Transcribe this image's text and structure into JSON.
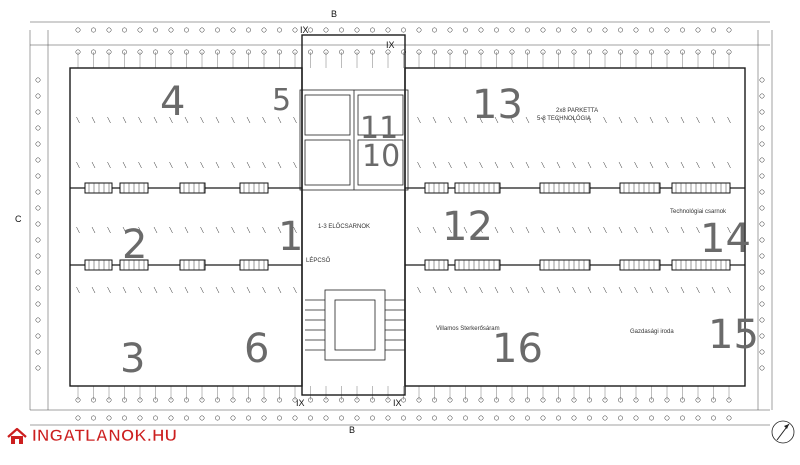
{
  "watermark": {
    "text": "INGATLANOK.HU"
  },
  "section_markers": {
    "ix_label": "IX",
    "b_label": "B",
    "c_label": "C"
  },
  "room_numbers": {
    "r1": "1",
    "r2": "2",
    "r3": "3",
    "r4": "4",
    "r5": "5",
    "r6": "6",
    "r10": "10",
    "r11": "11",
    "r12": "12",
    "r13": "13",
    "r14": "14",
    "r15": "15",
    "r16": "16"
  },
  "annotations": {
    "elocsarnok": "1-3 ELŐCSARNOK",
    "lepcso": "LÉPCSŐ",
    "technologia": "5-8 TECHNOLÓGIA",
    "parketta": "2x8 PARKETTA",
    "villamos": "Villamos Sterkerősáram",
    "gazdasagi": "Gazdasági iroda",
    "technologiai": "Technológiai csarnok"
  },
  "colors": {
    "ink": "#1a1a1a",
    "pencil": "#6a6a6a",
    "paper": "#ffffff",
    "watermark": "#cc1f1f"
  },
  "icons": [
    "north-arrow-icon",
    "house-logo-icon"
  ]
}
